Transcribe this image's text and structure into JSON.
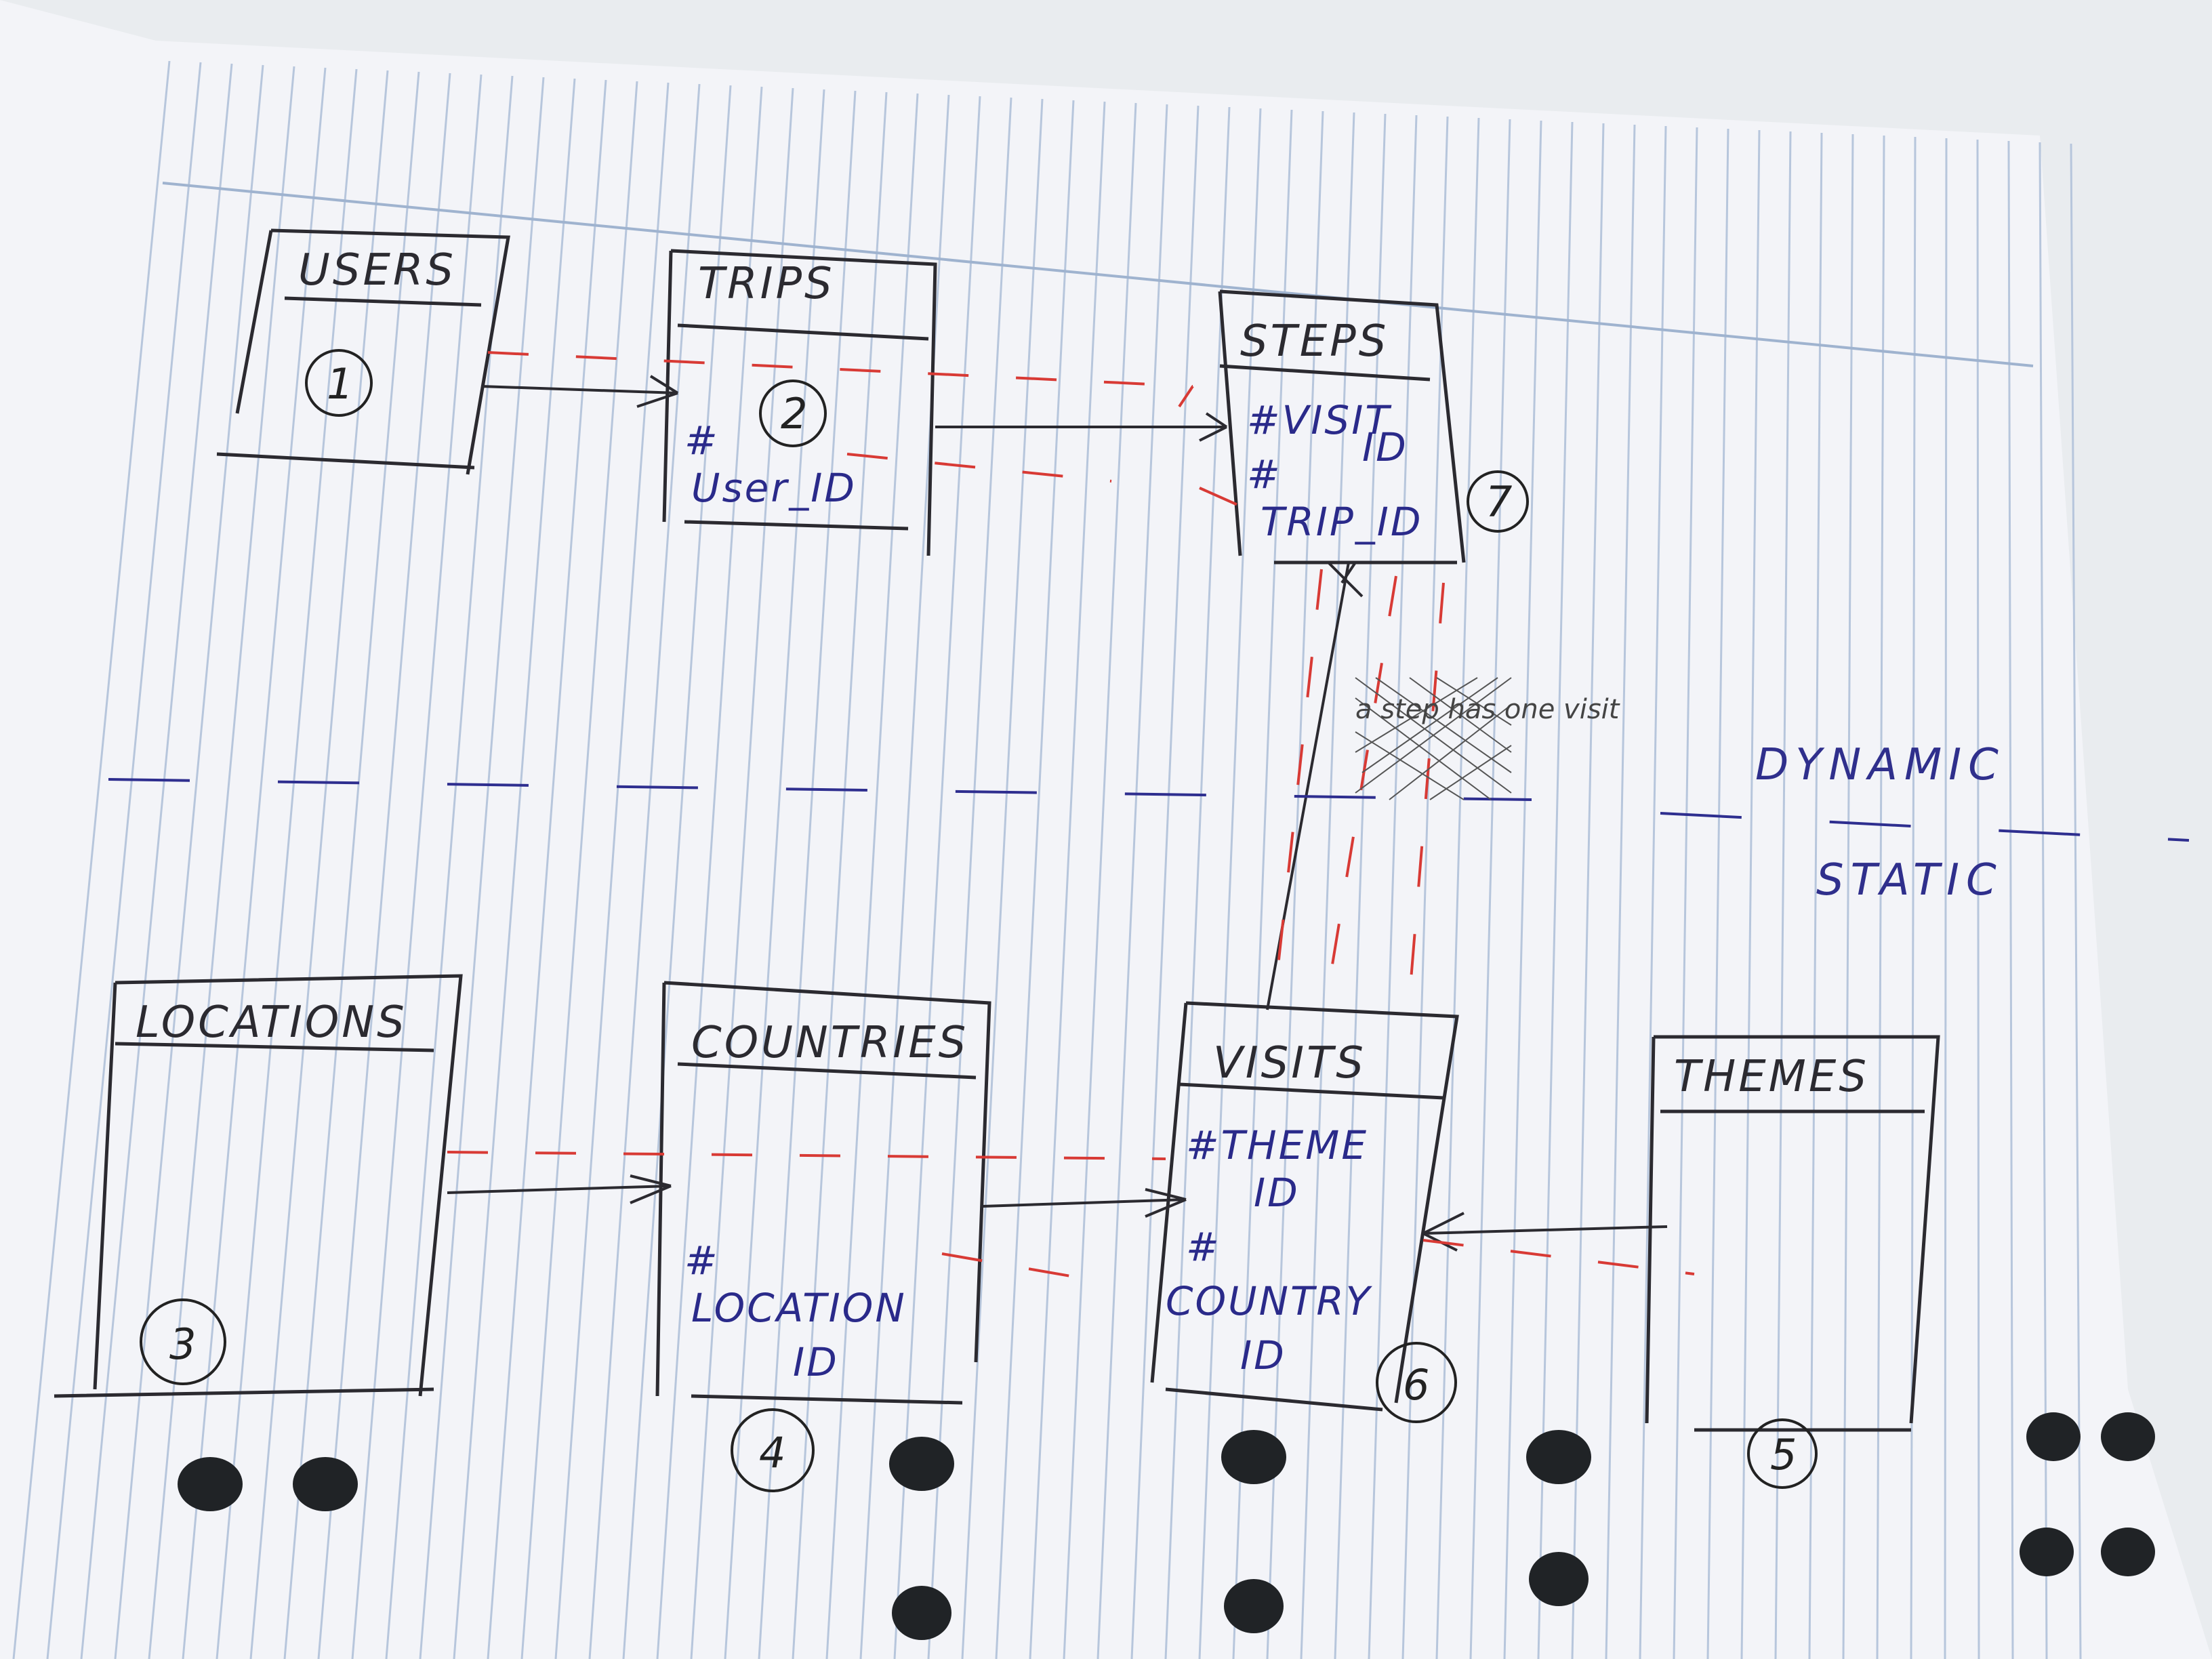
{
  "diagram": {
    "entities": [
      {
        "id": "users",
        "title": "USERS",
        "number": "1",
        "attributes": []
      },
      {
        "id": "trips",
        "title": "TRIPS",
        "number": "2",
        "attributes": [
          "#",
          "User_ID"
        ]
      },
      {
        "id": "steps",
        "title": "STEPS",
        "number": "7",
        "attributes": [
          "#VISIT",
          "ID",
          "#",
          "TRIP_ID"
        ]
      },
      {
        "id": "locations",
        "title": "LOCATIONS",
        "number": "3",
        "attributes": []
      },
      {
        "id": "countries",
        "title": "COUNTRIES",
        "number": "4",
        "attributes": [
          "#",
          "LOCATION",
          "ID"
        ]
      },
      {
        "id": "visits",
        "title": "VISITS",
        "number": "6",
        "attributes": [
          "#THEME",
          "ID",
          "#",
          "COUNTRY",
          "ID"
        ]
      },
      {
        "id": "themes",
        "title": "THEMES",
        "number": "5",
        "attributes": []
      }
    ],
    "scribbled_note": "a step has one visit",
    "legend": {
      "dynamic": "DYNAMIC",
      "static": "STATIC"
    },
    "colors": {
      "paper": "#f3f4f8",
      "rule": "#9fb3cf",
      "ink": "#2b2a30",
      "red": "#d83a35",
      "blue": "#2e2e8f"
    }
  }
}
